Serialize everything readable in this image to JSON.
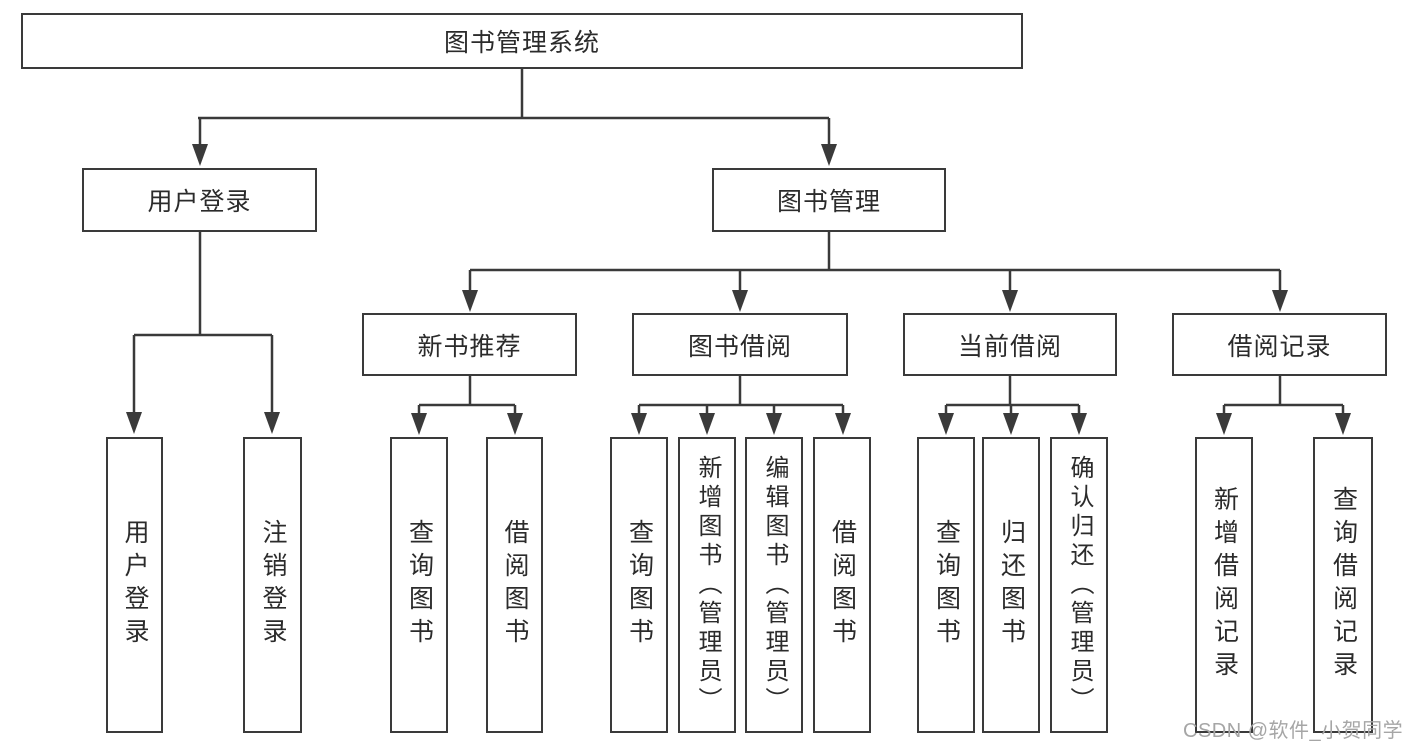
{
  "tree": {
    "label": "图书管理系统",
    "children": [
      {
        "label": "用户登录",
        "children": [
          {
            "label": "用户登录"
          },
          {
            "label": "注销登录"
          }
        ]
      },
      {
        "label": "图书管理",
        "children": [
          {
            "label": "新书推荐",
            "children": [
              {
                "label": "查询图书"
              },
              {
                "label": "借阅图书"
              }
            ]
          },
          {
            "label": "图书借阅",
            "children": [
              {
                "label": "查询图书"
              },
              {
                "label": "新增图书（管理员）"
              },
              {
                "label": "编辑图书（管理员）"
              },
              {
                "label": "借阅图书"
              }
            ]
          },
          {
            "label": "当前借阅",
            "children": [
              {
                "label": "查询图书"
              },
              {
                "label": "归还图书"
              },
              {
                "label": "确认归还（管理员）"
              }
            ]
          },
          {
            "label": "借阅记录",
            "children": [
              {
                "label": "新增借阅记录"
              },
              {
                "label": "查询借阅记录"
              }
            ]
          }
        ]
      }
    ]
  },
  "watermark": {
    "text": "CSDN @软件_小贺同学"
  },
  "colors": {
    "line": "#3a3a3a",
    "text": "#2b2b2b",
    "watermark": "#a6a6a6",
    "background": "#ffffff"
  }
}
